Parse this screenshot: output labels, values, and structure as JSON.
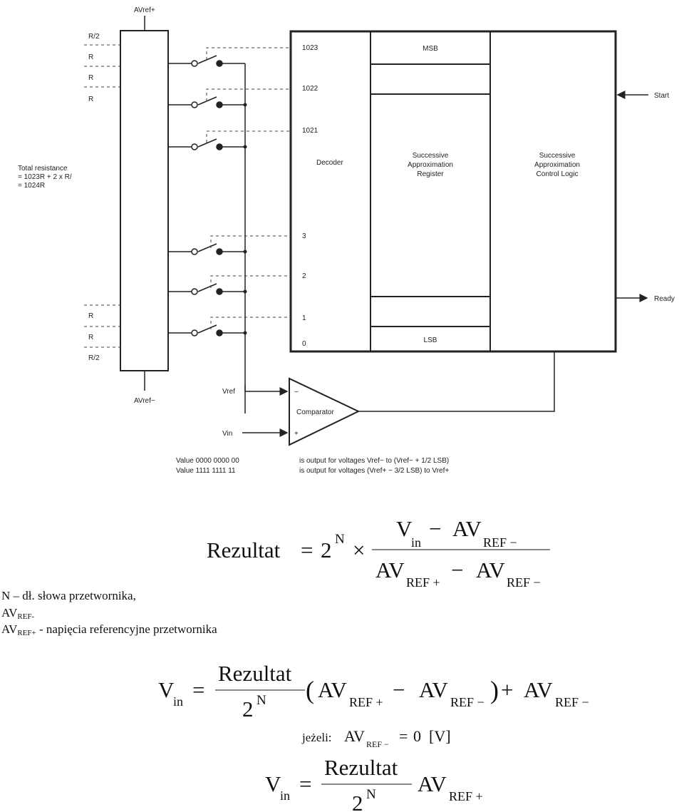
{
  "diagram": {
    "av_ref_plus": "AVref+",
    "av_ref_minus": "AVref−",
    "resistors_top": [
      "R/2",
      "R",
      "R",
      "R"
    ],
    "resistors_bottom": [
      "R",
      "R",
      "R/2"
    ],
    "total_resistance": [
      "Total resistance",
      "=   1023R + 2 x R/",
      "=   1024R"
    ],
    "decoder_lines": [
      "1023",
      "1022",
      "1021",
      "3",
      "2",
      "1",
      "0"
    ],
    "decoder_label": "Decoder",
    "msb_label": "MSB",
    "lsb_label": "LSB",
    "sar_label": [
      "Successive",
      "Approximation",
      "Register"
    ],
    "logic_label": [
      "Successive",
      "Approximation",
      "Control Logic"
    ],
    "start_label": "Start",
    "ready_label": "Ready",
    "vref_label": "Vref",
    "vin_label": "Vin",
    "comparator_label": "Comparator",
    "minus_sign": "−",
    "plus_sign": "+",
    "value_rows": [
      "Value 0000 0000 00",
      "Value 1111 1111 11"
    ],
    "output_rows": [
      "is output for voltages Vref− to (Vref− + 1/2 LSB)",
      "is output for voltages (Vref+ − 3/2 LSB) to Vref+"
    ]
  },
  "formula1": {
    "lhs": "Rezultat",
    "eq": "=",
    "base": "2",
    "exp": "N",
    "times": "×",
    "num_v": "V",
    "num_v_sub": "in",
    "num_minus": "−",
    "num_av": "AV",
    "num_av_sub": "REF −",
    "den_av1": "AV",
    "den_av1_sub": "REF +",
    "den_minus": "−",
    "den_av2": "AV",
    "den_av2_sub": "REF −"
  },
  "notes": {
    "line1": "N – dł. słowa przetwornika,",
    "line2_main": "AV",
    "line2_sub": "REF-",
    "line3_main": "AV",
    "line3_sub": "REF+",
    "line3_rest": " - napięcia referencyjne przetwornika"
  },
  "formula2": {
    "lhs_v": "V",
    "lhs_sub": "in",
    "eq": "=",
    "num": "Rezultat",
    "den_base": "2",
    "den_exp": "N",
    "lparen": "(",
    "av1": "AV",
    "av1_sub": "REF +",
    "minus": "−",
    "av2": "AV",
    "av2_sub": "REF −",
    "rparen": ")",
    "plus": "+",
    "av3": "AV",
    "av3_sub": "REF −"
  },
  "condition": {
    "prefix": "jeżeli:",
    "av": "AV",
    "av_sub": "REF −",
    "eq": "=",
    "value": "0",
    "unit": "[V]"
  },
  "formula3": {
    "lhs_v": "V",
    "lhs_sub": "in",
    "eq": "=",
    "num": "Rezultat",
    "den_base": "2",
    "den_exp": "N",
    "av": "AV",
    "av_sub": "REF +"
  }
}
